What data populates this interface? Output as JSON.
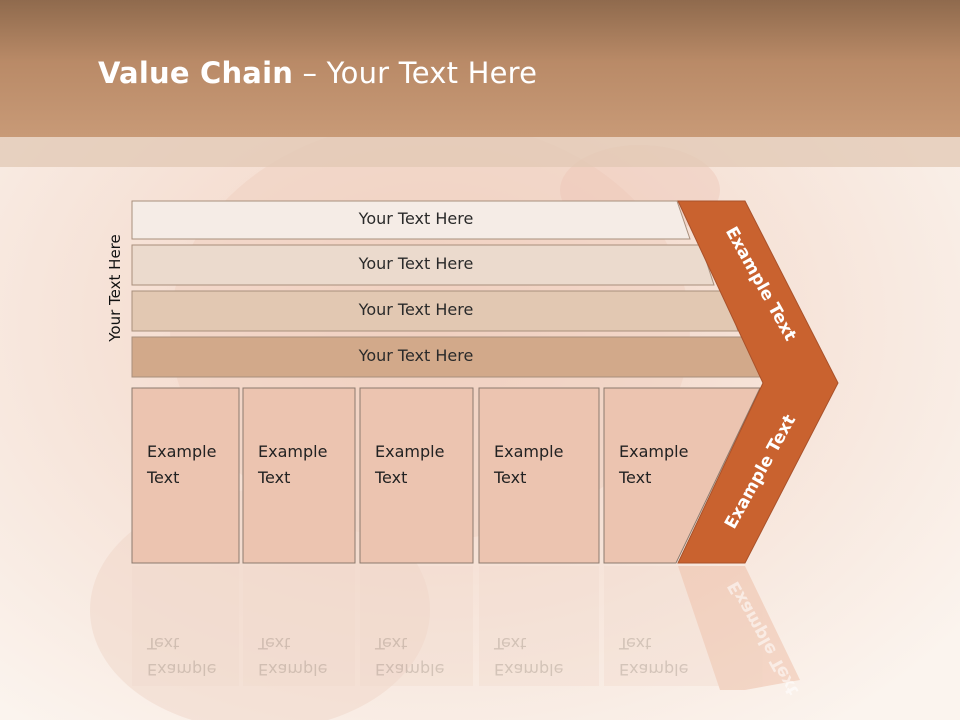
{
  "slide": {
    "title_bold": "Value Chain",
    "title_rest": " – Your Text Here",
    "side_label": "Your Text Here"
  },
  "layers": [
    {
      "label": "Your Text Here",
      "color": "#f5ece6"
    },
    {
      "label": "Your Text Here",
      "color": "#ebdacd"
    },
    {
      "label": "Your Text Here",
      "color": "#e2c8b2"
    },
    {
      "label": "Your Text Here",
      "color": "#d2a98a"
    }
  ],
  "activities": [
    {
      "line1": "Example",
      "line2": "Text"
    },
    {
      "line1": "Example",
      "line2": "Text"
    },
    {
      "line1": "Example",
      "line2": "Text"
    },
    {
      "line1": "Example",
      "line2": "Text"
    },
    {
      "line1": "Example",
      "line2": "Text"
    }
  ],
  "chevron": {
    "upper_label": "Example Text",
    "lower_label": "Example Text",
    "color": "#c9622f"
  },
  "colors": {
    "cell": "#ecc4b0",
    "cell_border": "#8c7a6e"
  }
}
